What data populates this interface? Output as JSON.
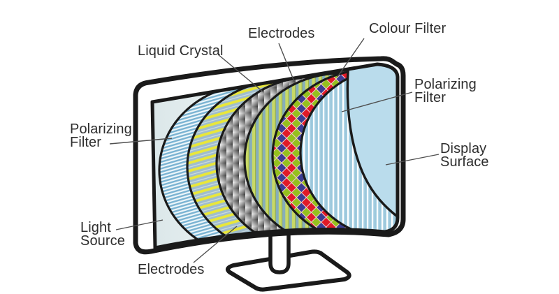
{
  "labels": {
    "polarizing_filter_left": {
      "line1": "Polarizing",
      "line2": "Filter"
    },
    "light_source": {
      "line1": "Light",
      "line2": "Source"
    },
    "electrodes_bottom": {
      "text": "Electrodes"
    },
    "liquid_crystal": {
      "text": "Liquid Crystal"
    },
    "electrodes_top": {
      "text": "Electrodes"
    },
    "colour_filter": {
      "text": "Colour Filter"
    },
    "polarizing_filter_right": {
      "line1": "Polarizing",
      "line2": "Filter"
    },
    "display_surface": {
      "line1": "Display",
      "line2": "Surface"
    }
  },
  "layers": [
    {
      "name": "light-source",
      "label": "Light Source",
      "appearance": "pale backlight panel",
      "color": "#e9f1f2"
    },
    {
      "name": "polarizing-filter-back",
      "label": "Polarizing Filter",
      "appearance": "thin diagonal blue/white stripes",
      "colors": [
        "#7ab3d2",
        "#edf6fa"
      ]
    },
    {
      "name": "electrodes-back",
      "label": "Electrodes",
      "appearance": "diagonal yellow stripes on blue-grey",
      "colors": [
        "#a0bdcc",
        "#e9e73a"
      ]
    },
    {
      "name": "liquid-crystal",
      "label": "Liquid Crystal",
      "appearance": "grey woven metallic texture",
      "colors": [
        "#f8f8f8",
        "#3c3c3c"
      ]
    },
    {
      "name": "electrodes-front",
      "label": "Electrodes",
      "appearance": "vertical green/blue stripes",
      "colors": [
        "#c8d966",
        "#86aebb"
      ]
    },
    {
      "name": "colour-filter",
      "label": "Colour Filter",
      "appearance": "red-green-blue diamond mosaic",
      "colors": [
        "#e11a27",
        "#95c11d",
        "#3c3d92"
      ]
    },
    {
      "name": "polarizing-filter-front",
      "label": "Polarizing Filter",
      "appearance": "vertical blue/white stripes",
      "colors": [
        "#a6cfe2",
        "#ffffff"
      ]
    },
    {
      "name": "display-surface",
      "label": "Display Surface",
      "appearance": "plain light blue surface",
      "color": "#badcec"
    }
  ],
  "colors": {
    "background": "#ffffff",
    "outline": "#1a1a1a",
    "leader_line": "#4f4f4f",
    "text": "#2e2e2e",
    "panel": "#e9f1f2",
    "display_surface": "#badcec"
  }
}
